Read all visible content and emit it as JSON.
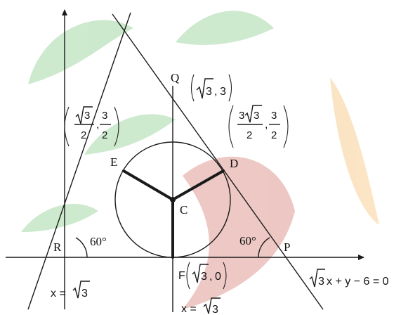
{
  "points": {
    "Q": "Q",
    "E": "E",
    "D": "D",
    "C": "C",
    "R": "R",
    "P": "P"
  },
  "angles": {
    "left": "60°",
    "right": "60°"
  },
  "coordinates": {
    "Q": {
      "x": "3",
      "y": "3"
    },
    "E": {
      "x_num": "3",
      "x_den": "2",
      "y_num": "3",
      "y_den": "2"
    },
    "D": {
      "x_coef": "3",
      "x_rad": "3",
      "x_den": "2",
      "y_num": "3",
      "y_den": "2"
    },
    "F": {
      "name": "F",
      "x": "3",
      "y": "0"
    }
  },
  "equations": {
    "line_right": {
      "rad": "3",
      "rest": "x + y − 6 = 0"
    },
    "line_left": {
      "lhs": "x = ",
      "rad": "3"
    },
    "line_vertical": {
      "lhs": "x = ",
      "rad": "3"
    }
  },
  "colors": {
    "watermark_green": "#4caf50",
    "watermark_red": "#c0392b",
    "watermark_orange": "#f0a030"
  }
}
